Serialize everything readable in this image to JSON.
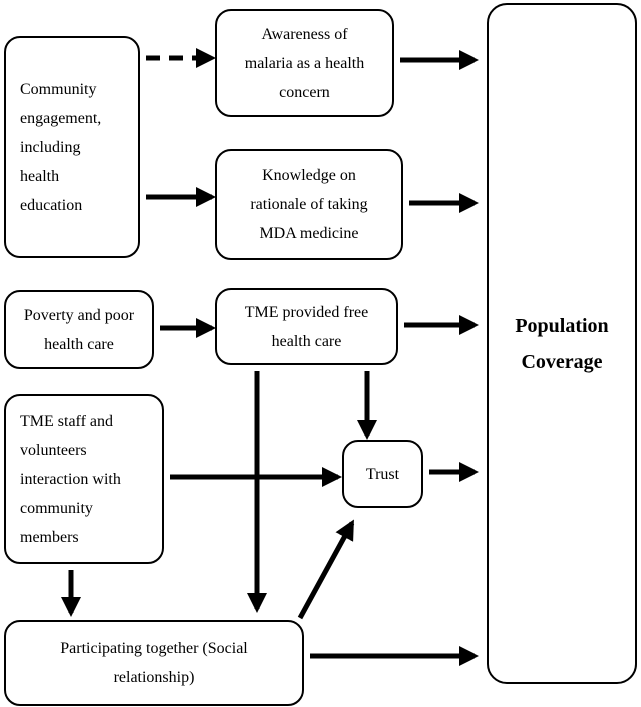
{
  "nodes": {
    "community": "Community\nengagement,\nincluding\nhealth\neducation",
    "awareness": "Awareness of\nmalaria as a health\nconcern",
    "knowledge": "Knowledge on\nrationale of taking\nMDA medicine",
    "poverty": "Poverty and poor\nhealth care",
    "tme_free": "TME provided free\nhealth care",
    "tme_staff": "TME staff and\nvolunteers\ninteraction with\ncommunity\nmembers",
    "trust": "Trust",
    "participating": "Participating together (Social\nrelationship)",
    "coverage": "Population\nCoverage"
  },
  "edges": [
    {
      "from": "community",
      "to": "awareness",
      "style": "dashed"
    },
    {
      "from": "community",
      "to": "knowledge",
      "style": "solid"
    },
    {
      "from": "awareness",
      "to": "coverage",
      "style": "solid"
    },
    {
      "from": "knowledge",
      "to": "coverage",
      "style": "solid"
    },
    {
      "from": "poverty",
      "to": "tme_free",
      "style": "solid"
    },
    {
      "from": "tme_free",
      "to": "coverage",
      "style": "solid"
    },
    {
      "from": "tme_free",
      "to": "trust",
      "style": "solid"
    },
    {
      "from": "tme_free",
      "to": "participating",
      "style": "solid"
    },
    {
      "from": "tme_staff",
      "to": "trust",
      "style": "solid"
    },
    {
      "from": "tme_staff",
      "to": "participating",
      "style": "solid"
    },
    {
      "from": "participating",
      "to": "trust",
      "style": "solid"
    },
    {
      "from": "trust",
      "to": "coverage",
      "style": "solid"
    },
    {
      "from": "participating",
      "to": "coverage",
      "style": "solid"
    }
  ]
}
